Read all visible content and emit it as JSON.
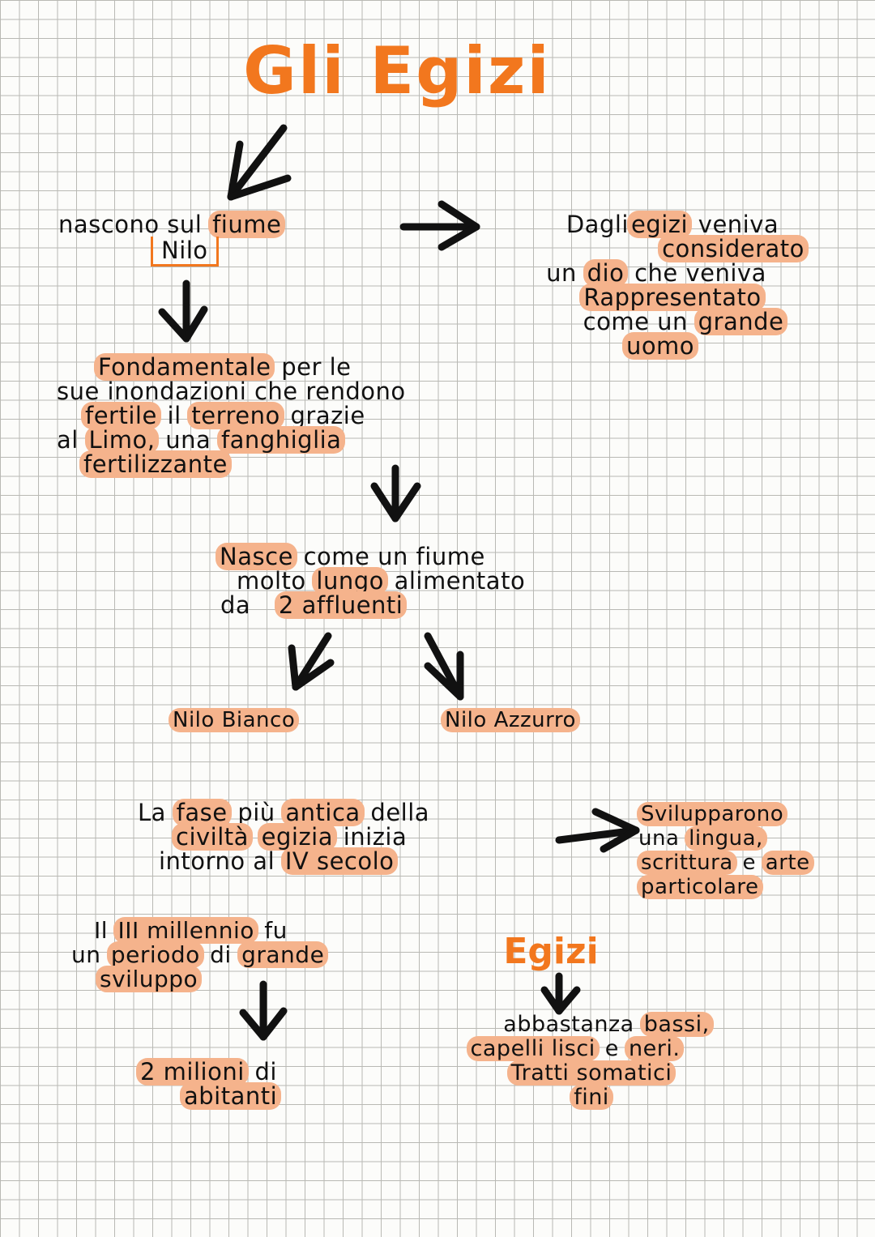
{
  "title": "Gli Egizi",
  "sections": {
    "nile_origin": {
      "prefix": "nascono sul",
      "highlight": "fiume",
      "nilo": "Nilo"
    },
    "god": {
      "part1": "Dagli",
      "egizi": "egizi",
      "part2": "veniva",
      "considerato": "considerato",
      "un": "un",
      "dio": "dio",
      "che_veniva": "che veniva",
      "rappresentato": "Rappresentato",
      "come_un": "come un",
      "grande": "grande",
      "uomo": "uomo"
    },
    "floods": {
      "fondamentale": "Fondamentale",
      "per_le": "per le",
      "line2": "sue inondazioni che rendono",
      "fertile": "fertile",
      "il": "il",
      "terreno": "terreno",
      "grazie": "grazie",
      "al": "al",
      "limo": "Limo,",
      "una": "una",
      "fanghiglia": "fanghiglia",
      "fertilizzante": "fertilizzante"
    },
    "river": {
      "nasce": "Nasce",
      "come_un_fiume": "come un fiume",
      "molto": "molto",
      "lungo": "lungo",
      "alimentato": "alimentato",
      "da": "da",
      "affluenti": "2 affluenti"
    },
    "tributaries": {
      "left": "Nilo Bianco",
      "right": "Nilo Azzurro"
    },
    "civilization": {
      "la": "La",
      "fase": "fase",
      "piu": "più",
      "antica": "antica",
      "della": "della",
      "civilta": "civiltà",
      "egizia": "egizia",
      "inizia": "inizia",
      "intorno_al": "intorno al",
      "secolo": "IV secolo"
    },
    "language": {
      "svilupparono": "Svilupparono",
      "una": "una",
      "lingua": "lingua,",
      "scrittura": "scrittura",
      "e": "e",
      "arte": "arte",
      "particolare": "particolare"
    },
    "millennium": {
      "il": "Il",
      "terzo_millennio": "III millennio",
      "fu": "fu",
      "un": "un",
      "periodo": "periodo",
      "di": "di",
      "grande": "grande",
      "sviluppo": "sviluppo"
    },
    "population": {
      "milioni": "2 milioni",
      "di": "di",
      "abitanti": "abitanti"
    },
    "egizi_traits": {
      "heading": "Egizi",
      "abbastanza": "abbastanza",
      "bassi": "bassi,",
      "capelli_lisci": "capelli lisci",
      "e": "e",
      "neri": "neri.",
      "tratti_somatici": "Tratti somatici",
      "fini": "fini"
    }
  },
  "colors": {
    "accent": "#f2771e",
    "highlight": "#f5b38c",
    "ink": "#111111"
  }
}
